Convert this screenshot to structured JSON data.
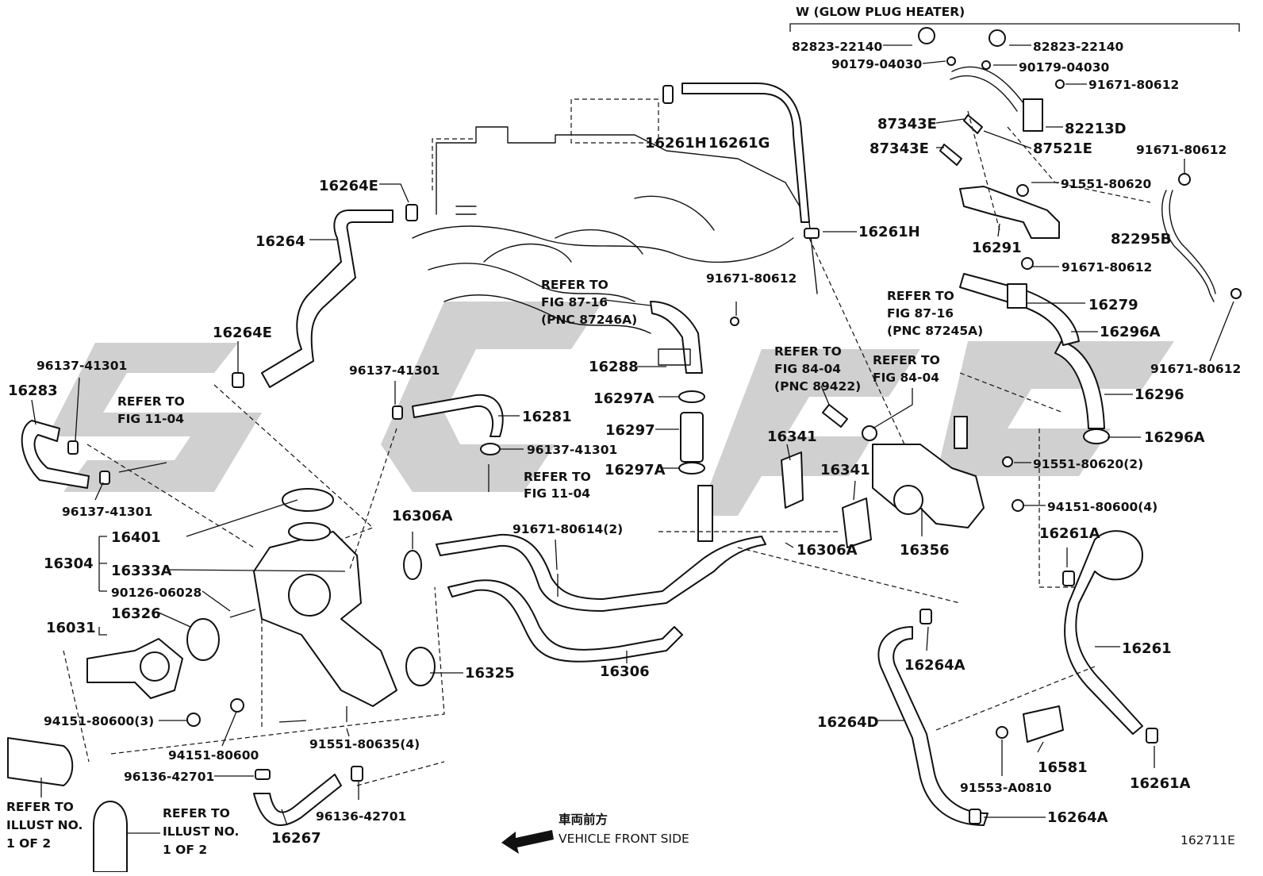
{
  "header": {
    "w_group": "W (GLOW PLUG HEATER)"
  },
  "figure_id": "162711E",
  "direction": {
    "jp": "車両前方",
    "en": "VEHICLE FRONT SIDE"
  },
  "labels": {
    "p82823_left": "82823-22140",
    "p82823_right": "82823-22140",
    "p90179_left": "90179-04030",
    "p90179_right": "90179-04030",
    "p91671_a": "91671-80612",
    "p87343_a": "87343E",
    "p87343_b": "87343E",
    "p82213": "82213D",
    "p87521": "87521E",
    "p91671_b": "91671-80612",
    "p91551_a": "91551-80620",
    "p16261h_a": "16261H",
    "p16261g": "16261G",
    "p16261h_b": "16261H",
    "p16264e_a": "16264E",
    "p16264": "16264",
    "p16264e_b": "16264E",
    "p16291": "16291",
    "p82295": "82295B",
    "p91671_c": "91671-80612",
    "p91671_d": "91671-80612",
    "p16279": "16279",
    "p16296a_a": "16296A",
    "p16296": "16296",
    "p16296a_b": "16296A",
    "p91671_e": "91671-80612",
    "p16288": "16288",
    "p16297a_a": "16297A",
    "p16297": "16297",
    "p16297a_b": "16297A",
    "p96137_a": "96137-41301",
    "p16283": "16283",
    "p96137_b": "96137-41301",
    "p16281": "16281",
    "p96137_c": "96137-41301",
    "p96137_d": "96137-41301",
    "p16341_a": "16341",
    "p16341_b": "16341",
    "p91551_b": "91551-80620(2)",
    "p94151_a": "94151-80600(4)",
    "p16306a_a": "16306A",
    "p91671_f": "91671-80614(2)",
    "p16306a_b": "16306A",
    "p16356": "16356",
    "p16401": "16401",
    "p16304": "16304",
    "p16333a": "16333A",
    "p90126": "90126-06028",
    "p16031": "16031",
    "p16326": "16326",
    "p16325": "16325",
    "p16306": "16306",
    "p16261a_a": "16261A",
    "p16264a_a": "16264A",
    "p16261": "16261",
    "p16264d": "16264D",
    "p94151_b": "94151-80600(3)",
    "p94151_c": "94151-80600",
    "p91551_c": "91551-80635(4)",
    "p96136_a": "96136-42701",
    "p96136_b": "96136-42701",
    "p16267": "16267",
    "p16581": "16581",
    "p91553": "91553-A0810",
    "p16261a_b": "16261A",
    "p16264a_b": "16264A"
  },
  "refer_notes": {
    "r1_l1": "REFER TO",
    "r1_l2": "FIG 87-16",
    "r1_l3": "(PNC 87246A)",
    "r2_l1": "REFER TO",
    "r2_l2": "FIG 87-16",
    "r2_l3": "(PNC 87245A)",
    "r3_l1": "REFER TO",
    "r3_l2": "FIG 84-04",
    "r3_l3": "(PNC 89422)",
    "r4_l1": "REFER TO",
    "r4_l2": "FIG 84-04",
    "r5_l1": "REFER TO",
    "r5_l2": "FIG 11-04",
    "r6_l1": "REFER TO",
    "r6_l2": "FIG 11-04",
    "r7_l1": "REFER TO",
    "r7_l2": "ILLUST NO.",
    "r7_l3": "1 OF 2",
    "r8_l1": "REFER TO",
    "r8_l2": "ILLUST NO.",
    "r8_l3": "1 OF 2"
  },
  "colors": {
    "line": "#111111",
    "watermark": "#c8c8c8",
    "background": "#ffffff"
  }
}
